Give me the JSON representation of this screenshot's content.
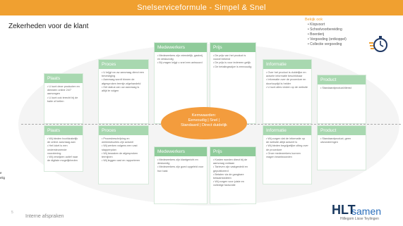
{
  "title": "Snelserviceformule - Simpel & Snel",
  "subtitle": "Zekerheden voor de klant",
  "legend": {
    "heading": "Bekijk ook",
    "items": [
      "Klopvoort",
      "Schoolvoorbereiding",
      "Boerderij",
      "Vergoeding (ontkoppel)",
      "Collectie vergoeding"
    ]
  },
  "top_boxes": [
    {
      "title": "Plaats",
      "items": [
        "U kunt deze producten en diensten online 24/7 aanvragen",
        "U kunt ook terecht bij de balie of bellen"
      ]
    },
    {
      "title": "Proces",
      "items": [
        "U krijgt na uw aanvraag direct een bevestiging",
        "Aanvraag wordt binnen de afgesproken termijn afgehandeld",
        "Het status van uw aanvraag is altijd te volgen"
      ]
    },
    {
      "title": "Medewerkers",
      "items": [
        "Medewerkers zijn vriendelijk, gastvrij en deskundig",
        "Bij vragen krijgt u snel een antwoord"
      ]
    },
    {
      "title": "Prijs",
      "items": [
        "De prijs van het product is vooraf bekend",
        "De prijs is voor iedereen gelijk",
        "De betalingswijze is eenvoudig"
      ]
    },
    {
      "title": "Informatie",
      "items": [
        "Over het product is duidelijke en actuele informatie beschikbaar",
        "Informatie over de procedure en doorlooptijd is helder",
        "U kunt alles vinden op de website"
      ]
    },
    {
      "title": "Product",
      "items": [
        "Standaardproduct/dienst"
      ]
    }
  ],
  "bottom_boxes": [
    {
      "title": "Plaats",
      "items": [
        "Wij bieden hoofdzakelijk de online aanvraag aan",
        "Het loket is een ondersteunende voorziening",
        "Wij verwijzen actief naar de digitale mogelijkheden"
      ]
    },
    {
      "title": "Proces",
      "items": [
        "Procesbeschrijving en werkinstructies zijn actueel",
        "Wij werken volgens een vast stappenplan",
        "Wij bewaken de afgesproken termijnen",
        "Wij leggen vast en rapporteren"
      ]
    },
    {
      "title": "Medewerkers",
      "items": [
        "Medewerkers zijn klantgericht en deskundig",
        "Medewerkers zijn goed opgeleid voor hun taak"
      ]
    },
    {
      "title": "Prijs",
      "items": [
        "Kosten worden direct bij de aanvraag voldaan",
        "Tarieven zijn vastgesteld en gepubliceerd",
        "Betalen via de gangbare betaalmiddelen",
        "Wij zorgen voor juiste en volledige facturatie"
      ]
    },
    {
      "title": "Informatie",
      "items": [
        "Wij zorgen dat de informatie op de website altijd actueel is",
        "Wij bieden begrijpelijke uitleg over de procedure",
        "Onze medewerkers kunnen vragen beantwoorden"
      ]
    },
    {
      "title": "Product",
      "items": [
        "Standaardproduct, geen uitzonderingen"
      ]
    }
  ],
  "center": {
    "title": "Kernwaarden:",
    "line1": "Eenvoudig | Snel |",
    "line2": "Standaard | Direct duidelijk"
  },
  "left_fragments": [
    "e",
    "elig"
  ],
  "footer": {
    "page_mark": "5",
    "text": "Interne afspraken"
  },
  "logo": {
    "mark": "HLT",
    "word": "samen",
    "places": "Hillegom Lisse Teylingen"
  },
  "colors": {
    "header": "#f0a030",
    "box_header_light": "#a8d8b0",
    "box_header": "#8fcb9a",
    "center": "#f39c3d",
    "logo_blue": "#2a6ebb"
  }
}
